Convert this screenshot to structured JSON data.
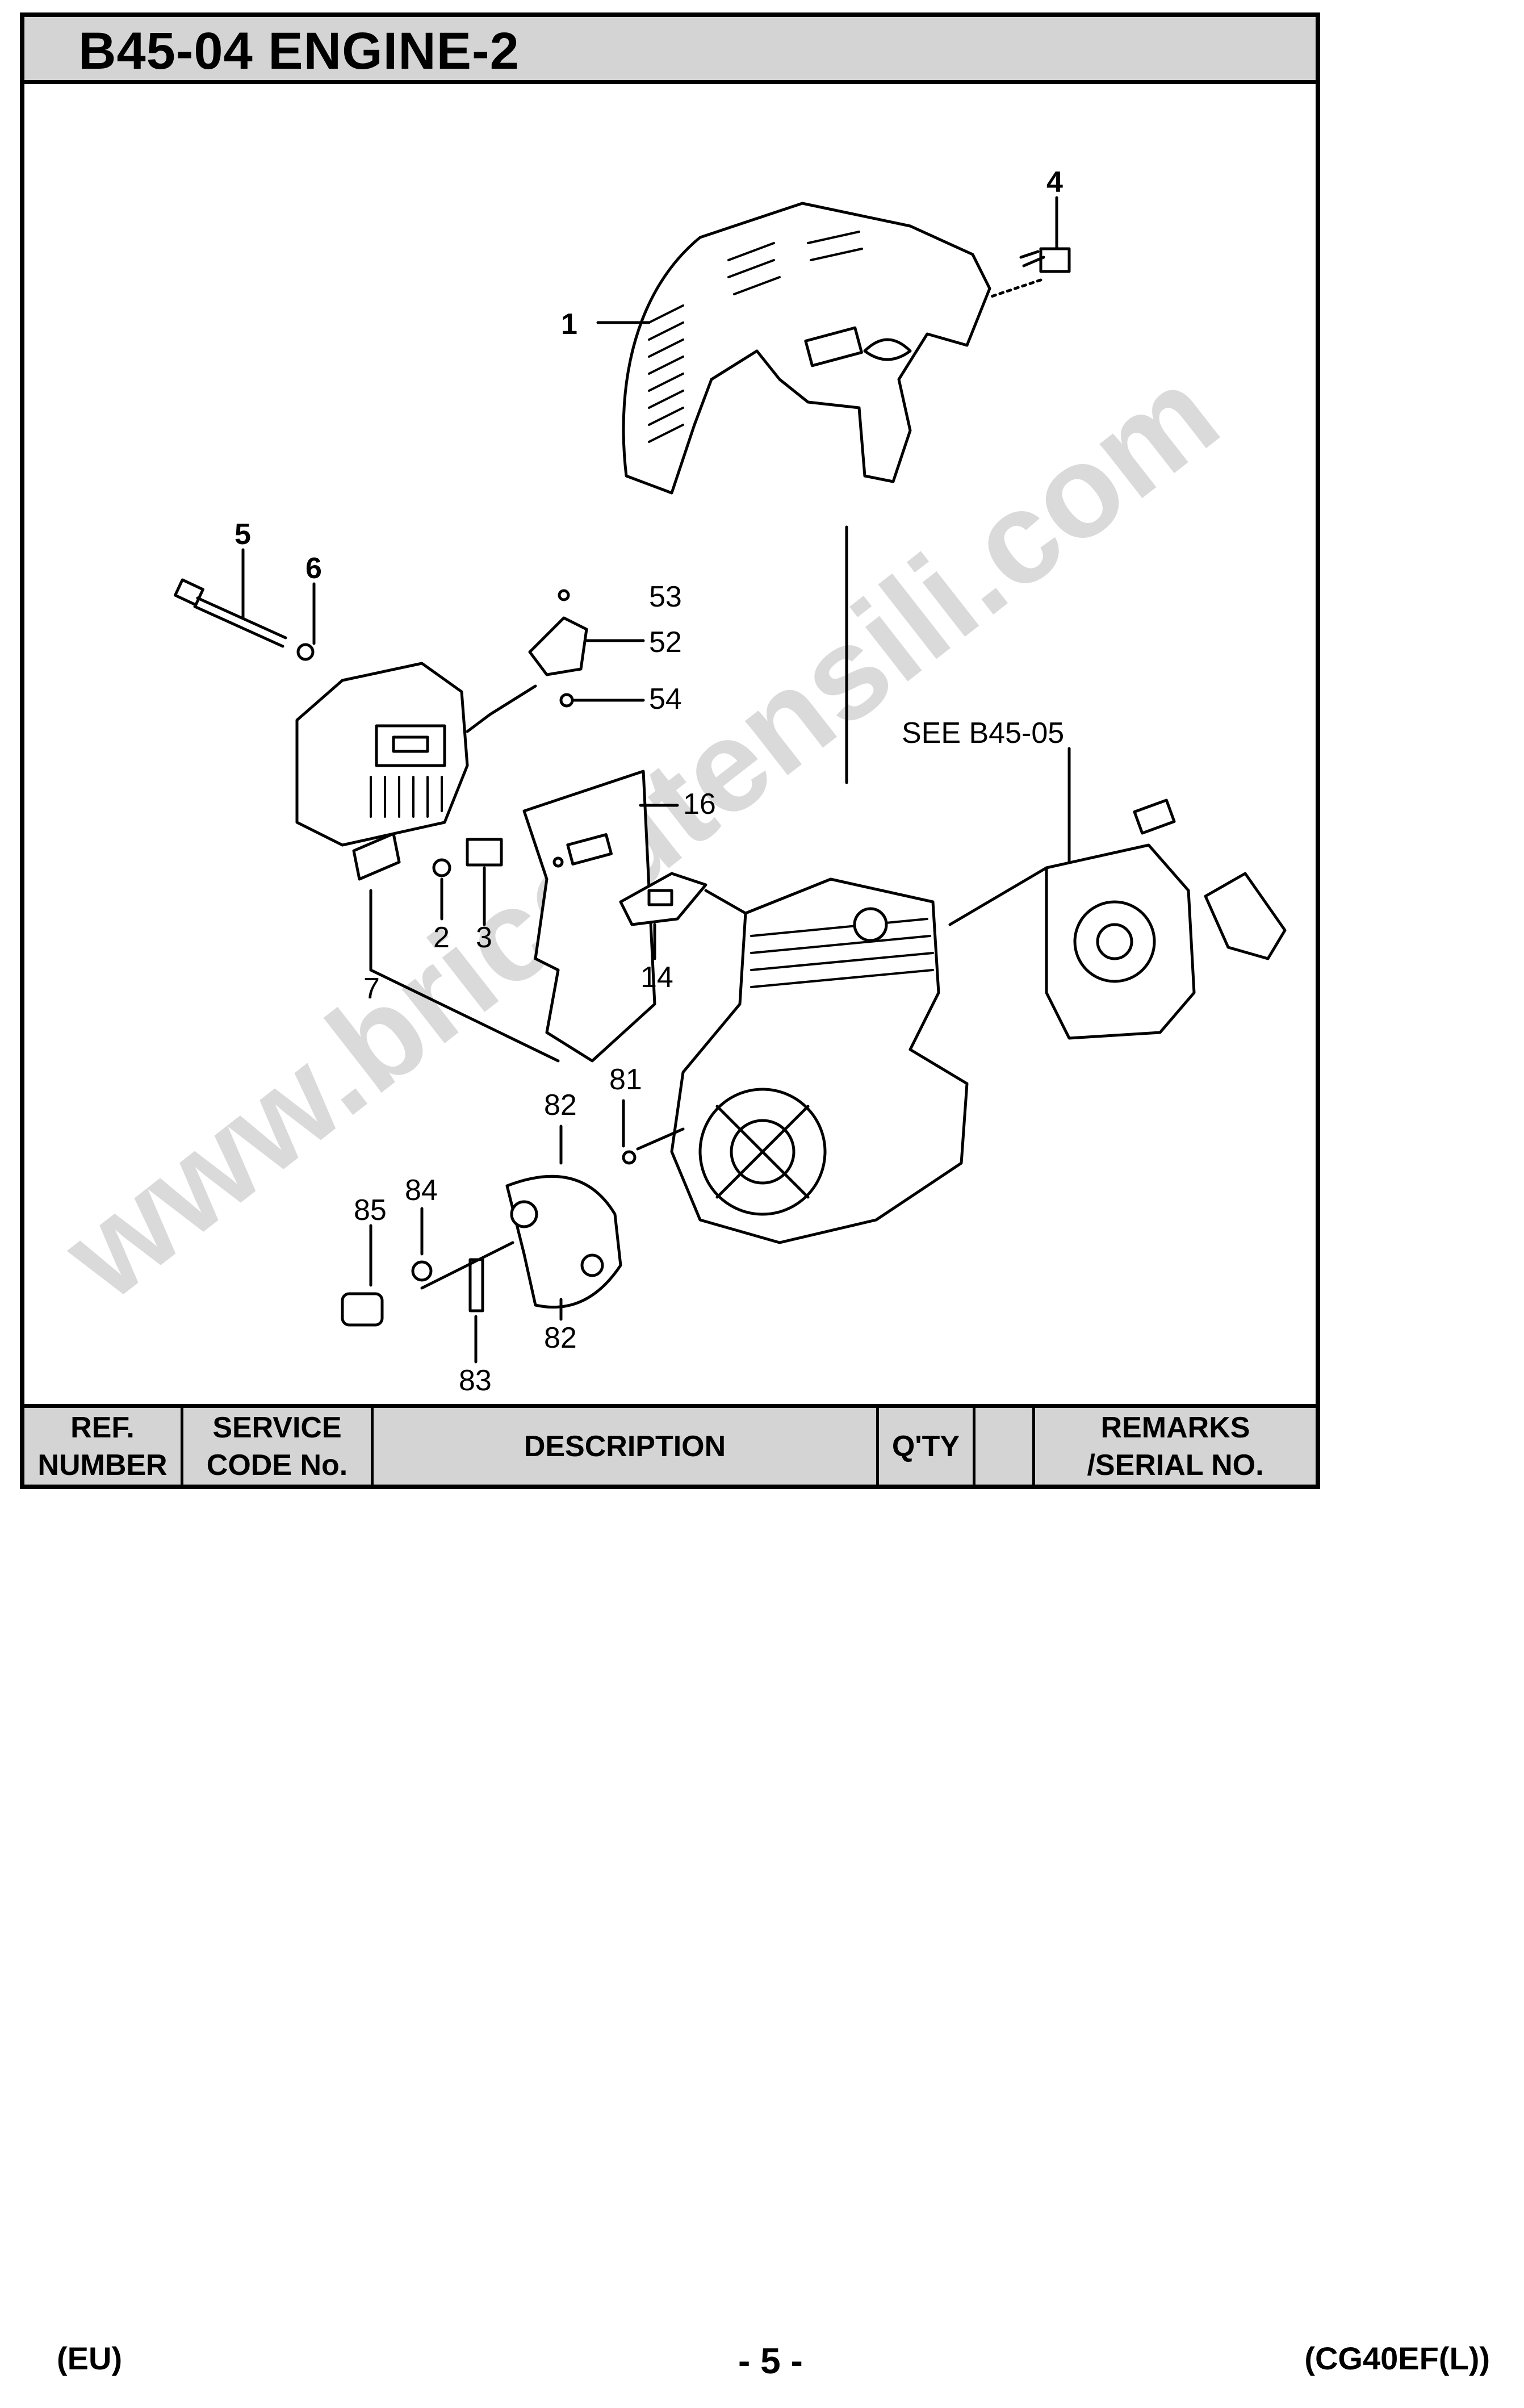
{
  "page": {
    "title": "B45-04 ENGINE-2",
    "watermark": "www.bricoutensili.com",
    "footer_left": "(EU)",
    "footer_center": "- 5 -",
    "footer_right": "(CG40EF(L))"
  },
  "diagram": {
    "see_reference": "SEE B45-05",
    "callouts": [
      "1",
      "2",
      "3",
      "4",
      "5",
      "6",
      "7",
      "14",
      "16",
      "52",
      "53",
      "54",
      "81",
      "82",
      "82",
      "83",
      "84",
      "85"
    ]
  },
  "table": {
    "columns": [
      {
        "line1": "REF.",
        "line2": "NUMBER"
      },
      {
        "line1": "SERVICE",
        "line2": "CODE No."
      },
      {
        "line1": "DESCRIPTION",
        "line2": ""
      },
      {
        "line1": "Q'TY",
        "line2": ""
      },
      {
        "line1": "",
        "line2": ""
      },
      {
        "line1": "REMARKS",
        "line2": "/SERIAL NO."
      }
    ]
  }
}
